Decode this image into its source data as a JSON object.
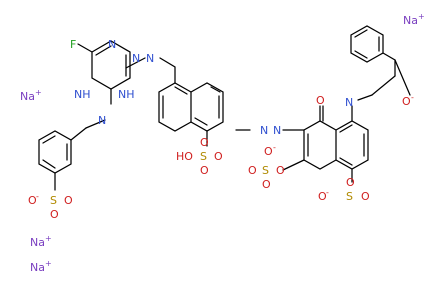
{
  "ions": {
    "na1": "Na",
    "na2": "Na",
    "na3": "Na",
    "na4": "Na",
    "charge_plus": "+"
  },
  "atoms": {
    "F": "F",
    "N": "N",
    "H": "H",
    "O": "O",
    "HO": "HO",
    "S": "S",
    "NH": "NH",
    "charge_minus": "-"
  },
  "colors": {
    "nitrogen": "#3050d0",
    "oxygen": "#d02020",
    "sulfur": "#b08a00",
    "fluorine": "#20a020",
    "sodium": "#7a3fc0"
  }
}
